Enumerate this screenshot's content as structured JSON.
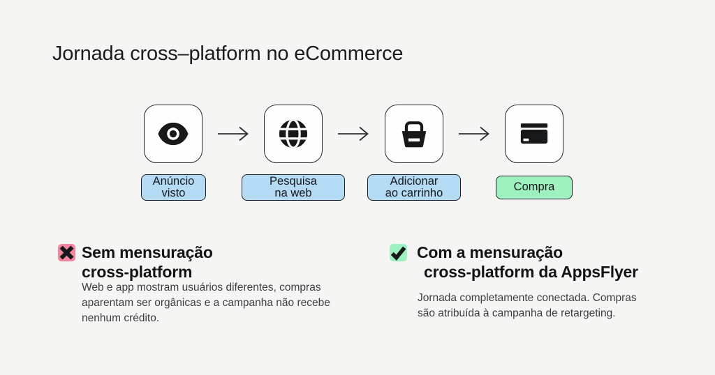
{
  "page": {
    "title": "Jornada cross–platform no eCommerce"
  },
  "journey": {
    "steps": [
      {
        "icon": "eye-icon",
        "label_line1": "Anúncio",
        "label_line2": "visto",
        "label_color": "#b5daf3"
      },
      {
        "icon": "globe-icon",
        "label_line1": "Pesquisa",
        "label_line2": "na web",
        "label_color": "#b5daf3"
      },
      {
        "icon": "basket-icon",
        "label_line1": "Adicionar",
        "label_line2": "ao carrinho",
        "label_color": "#b5daf3"
      },
      {
        "icon": "card-icon",
        "label_line1": "Compra",
        "label_line2": "",
        "label_color": "#9ef0bf"
      }
    ],
    "arrow_icon": "arrow-right-icon"
  },
  "comparison": {
    "without": {
      "icon": "x-icon",
      "icon_bg": "#f5859f",
      "heading_line1": "Sem mensuração",
      "heading_line2": "cross-platform",
      "body_line1": "Web e app mostram usuários diferentes, compras",
      "body_line2": "aparentam ser orgânicas e a campanha não recebe",
      "body_line3": "nenhum crédito."
    },
    "with": {
      "icon": "check-icon",
      "icon_bg": "#9df0c0",
      "heading_line1": "Com a mensuração",
      "heading_line2": "cross-platform da AppsFlyer",
      "body_line1": "Jornada completamente conectada. Compras",
      "body_line2": "são atribuída à campanha de retargeting."
    }
  },
  "colors": {
    "background": "#f5f5f4",
    "label_blue": "#b5daf3",
    "label_green": "#9ef0bf",
    "badge_pink": "#f5859f",
    "badge_green": "#9df0c0",
    "ink": "#17181a"
  }
}
